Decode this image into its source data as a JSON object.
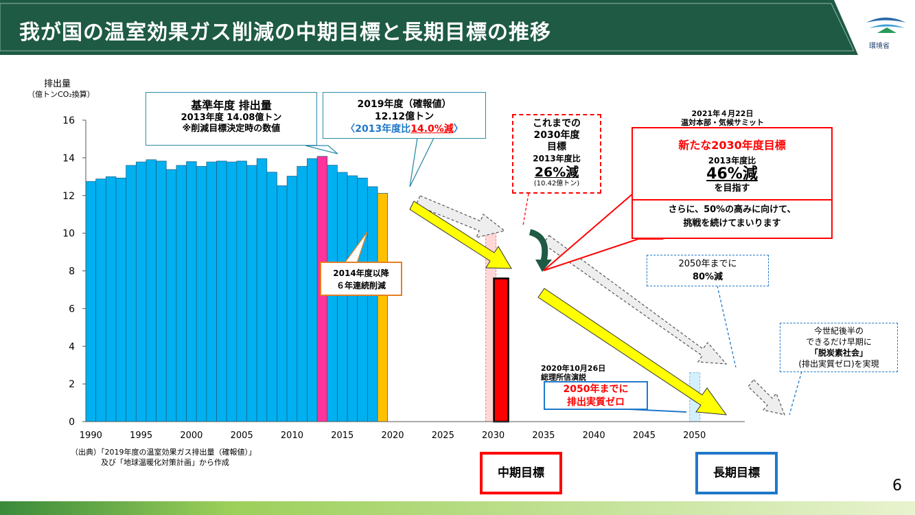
{
  "header": {
    "title": "我が国の温室効果ガス削減の中期目標と長期目標の推移",
    "org": "環境省"
  },
  "colors": {
    "title_band": "#1e5a44",
    "bar": "#00b0f0",
    "base_year_bar": "#ff3399",
    "latest_bar": "#ffc000",
    "target_bar": "#ff0000",
    "ghost_bar": "#ffd7d7",
    "longterm_bar": "#d4f0fc",
    "arrow_yellow": "#ffff00",
    "red": "#ff0000",
    "blue": "#1f78c8"
  },
  "chart_data": {
    "type": "bar",
    "ylabel": "排出量",
    "ylabel_unit": "（億トンCO₂換算）",
    "ylim": [
      0,
      16
    ],
    "yticks": [
      0,
      2,
      4,
      6,
      8,
      10,
      12,
      14,
      16
    ],
    "xlim": [
      1989.5,
      2055
    ],
    "xticks": [
      1990,
      1995,
      2000,
      2005,
      2010,
      2015,
      2020,
      2025,
      2030,
      2035,
      2040,
      2045,
      2050
    ],
    "years": [
      1990,
      1991,
      1992,
      1993,
      1994,
      1995,
      1996,
      1997,
      1998,
      1999,
      2000,
      2001,
      2002,
      2003,
      2004,
      2005,
      2006,
      2007,
      2008,
      2009,
      2010,
      2011,
      2012,
      2013,
      2014,
      2015,
      2016,
      2017,
      2018,
      2019
    ],
    "values": [
      12.75,
      12.88,
      13.0,
      12.93,
      13.6,
      13.78,
      13.9,
      13.83,
      13.38,
      13.6,
      13.8,
      13.55,
      13.78,
      13.83,
      13.78,
      13.83,
      13.6,
      13.96,
      13.24,
      12.52,
      13.03,
      13.55,
      13.96,
      14.08,
      13.61,
      13.23,
      13.05,
      12.93,
      12.47,
      12.12
    ],
    "base_year": 2013,
    "latest_year": 2019,
    "targets": [
      {
        "year": 2030,
        "value": 10.42,
        "kind": "previous"
      },
      {
        "year": 2030,
        "value": 7.6,
        "kind": "new"
      },
      {
        "year": 2050,
        "value": 2.6,
        "kind": "long-term"
      }
    ]
  },
  "callouts": {
    "base": {
      "line1": "基準年度  排出量",
      "line2": "2013年度  14.08億トン",
      "line3": "※削減目標決定時の数値"
    },
    "y2019": {
      "line1": "2019年度（確報値）",
      "line2": "12.12億トン",
      "line3_prefix": "〈2013年度比",
      "line3_pct": "14.0%減",
      "line3_suffix": "〉"
    },
    "decline": {
      "line1": "2014年度以降",
      "line2": "６年連続削減"
    },
    "previous2030": {
      "line1": "これまでの",
      "line2": "2030年度",
      "line3": "目標",
      "line4": "2013年度比",
      "line5": "26%減",
      "line6": "(10.42億トン)"
    },
    "summit": {
      "line1": "2021年４月22日",
      "line2": "温対本部・気候サミット"
    },
    "new2030": {
      "title": "新たな2030年度目標",
      "line1": "2013年度比",
      "line2": "46%減",
      "line3": "を目指す",
      "line4": "さらに、50%の高みに向けて、",
      "line5": "挑戦を続けてまいります"
    },
    "pm_speech": {
      "line1": "2020年10月26日",
      "line2": "総理所信演説"
    },
    "netzero": {
      "line1": "2050年までに",
      "line2": "排出実質ゼロ"
    },
    "eighty": {
      "line1": "2050年までに",
      "line2": "80%減"
    },
    "decarbon": {
      "line1": "今世紀後半の",
      "line2": "できるだけ早期に",
      "line3": "「脱炭素社会」",
      "line4": "(排出実質ゼロ)を実現"
    }
  },
  "labels": {
    "mid_term": "中期目標",
    "long_term": "長期目標"
  },
  "source": "（出典）「2019年度の温室効果ガス排出量（確報値）」\n　　　　及び「地球温暖化対策計画」から作成",
  "page_number": "6"
}
